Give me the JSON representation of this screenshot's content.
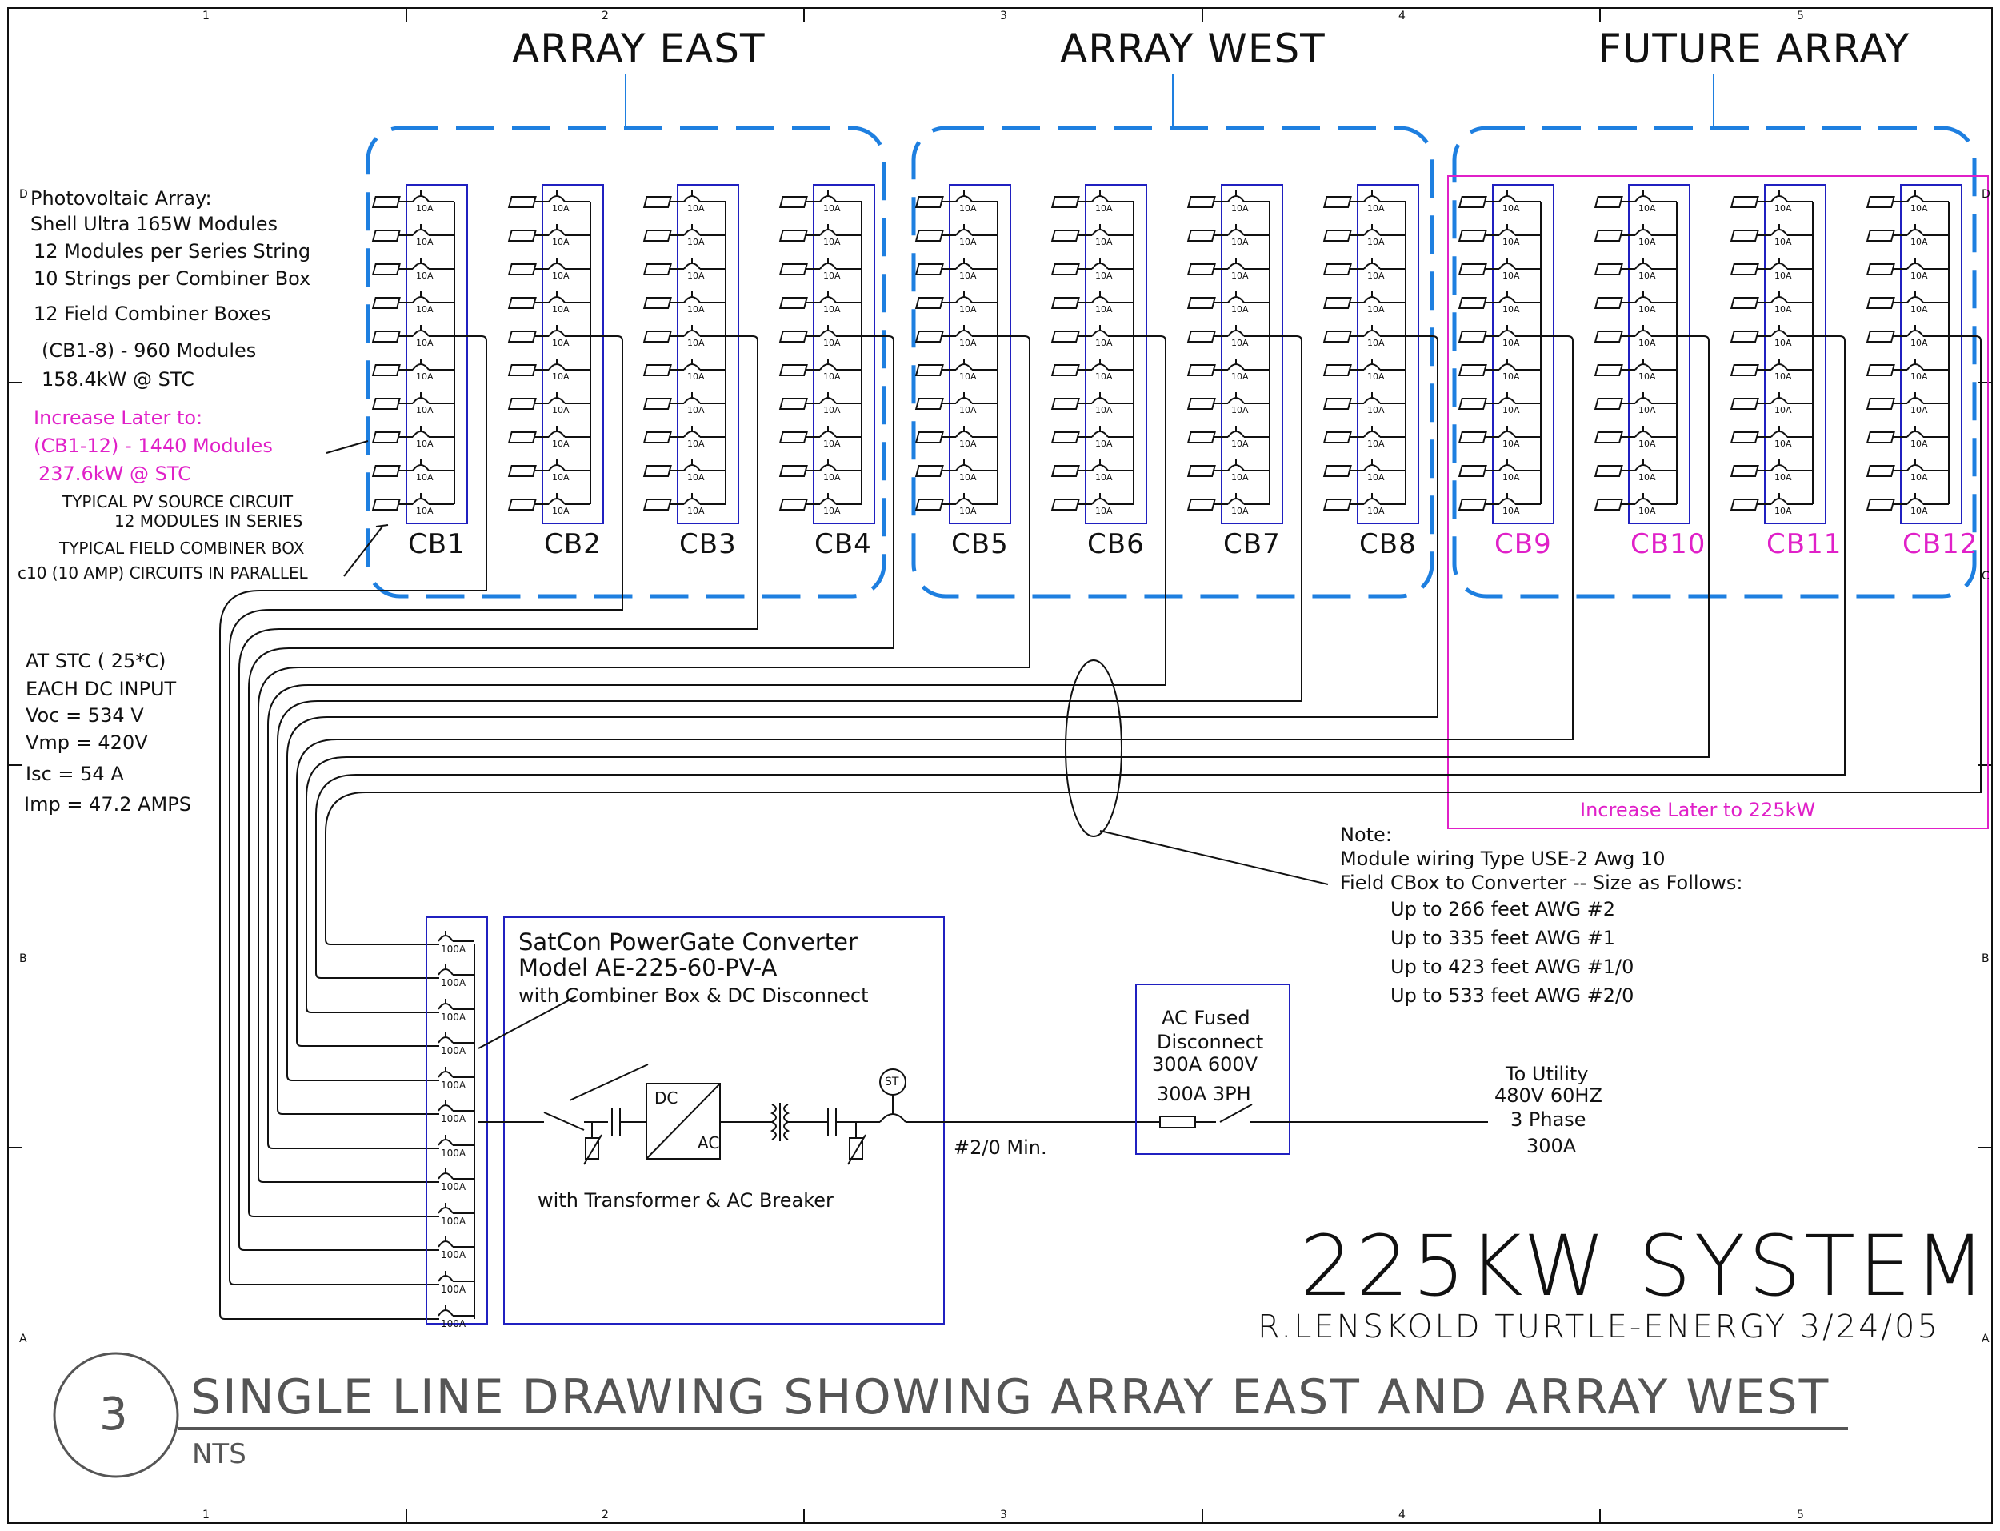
{
  "grid": {
    "columns": [
      "1",
      "2",
      "3",
      "4",
      "5"
    ],
    "rows": [
      "D",
      "C",
      "B",
      "A"
    ]
  },
  "arrays": [
    {
      "title": "ARRAY EAST",
      "boxes": [
        "CB1",
        "CB2",
        "CB3",
        "CB4"
      ]
    },
    {
      "title": "ARRAY WEST",
      "boxes": [
        "CB5",
        "CB6",
        "CB7",
        "CB8"
      ]
    },
    {
      "title": "FUTURE ARRAY",
      "boxes": [
        "CB9",
        "CB10",
        "CB11",
        "CB12"
      ]
    }
  ],
  "breaker_small_label": "10A",
  "breaker_large_label": "100A",
  "notes_left": {
    "pv_lines": [
      "Photovoltaic Array:",
      "Shell Ultra 165W Modules",
      "12 Modules per Series String",
      "10 Strings per Combiner Box",
      "12 Field Combiner Boxes"
    ],
    "current_lines": [
      "(CB1-8)  -  960  Modules",
      "158.4kW  @  STC"
    ],
    "increase_lines": [
      "Increase  Later  to:",
      "(CB1-12)  -  1440  Modules",
      "237.6kW  @  STC"
    ],
    "source_circuit": [
      "TYPICAL  PV  SOURCE  CIRCUIT",
      "12  MODULES  IN  SERIES"
    ],
    "combiner": [
      "TYPICAL  FIELD  COMBINER  BOX",
      "c10  (10  AMP)  CIRCUITS  IN  PARALLEL"
    ]
  },
  "stc": [
    "AT  STC    ( 25*C)",
    "EACH  DC  INPUT",
    "Voc  =  534  V",
    "Vmp  =  420V",
    "Isc  =  54  A",
    "Imp  =  47.2  AMPS"
  ],
  "future_note": "Increase  Later  to  225kW",
  "wiring_note": {
    "lines": [
      "Note:",
      "Module  wiring  Type  USE-2  Awg  10",
      "Field  CBox  to  Converter  --  Size  as  Follows:"
    ],
    "sizes": [
      "Up  to  266  feet  AWG  #2",
      "Up  to  335  feet  AWG  #1",
      "Up  to  423  feet  AWG  #1/0",
      "Up  to  533  feet  AWG  #2/0"
    ]
  },
  "converter": {
    "lines": [
      "SatCon  PowerGate  Converter",
      "Model  AE-225-60-PV-A",
      "with  Combiner  Box  &  DC  Disconnect"
    ],
    "transformer": "with  Transformer  &  AC  Breaker",
    "dc": "DC",
    "ac": "AC",
    "st": "ST"
  },
  "wire_min": "#2/0  Min.",
  "ac_disconnect": [
    "AC  Fused",
    "Disconnect",
    "300A  600V",
    "300A  3PH"
  ],
  "utility": [
    "To  Utility",
    "480V  60HZ",
    "3  Phase",
    "300A"
  ],
  "system_title": "225KW  SYSTEM",
  "author": "R.LENSKOLD  TURTLE-ENERGY  3/24/05",
  "drawing_number": "3",
  "drawing_title": "SINGLE  LINE  DRAWING  SHOWING  ARRAY  EAST  AND  ARRAY  WEST",
  "scale": "NTS",
  "colors": {
    "array": "#1e7fe0",
    "future": "#e020c8",
    "equipment": "#2020c0",
    "line": "#111111"
  }
}
